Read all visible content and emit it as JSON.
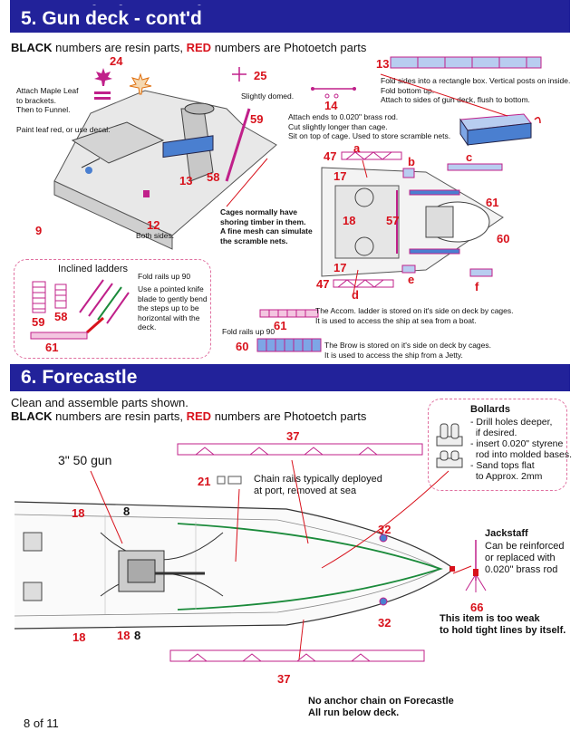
{
  "section5": {
    "title": "5. Gun deck - cont'd",
    "legend": {
      "black_word": "BLACK",
      "mid": " numbers are resin parts, ",
      "red_word": "RED",
      "end": " numbers are Photoetch parts"
    },
    "parts": {
      "p24": "24",
      "p25": "25",
      "p14": "14",
      "p13": "13",
      "p59": "59",
      "p58": "58",
      "p13b": "13",
      "p9": "9",
      "p12": "12",
      "p47a": "47",
      "p47b": "47",
      "pa": "a",
      "pb": "b",
      "pc": "c",
      "pd": "d",
      "pe": "e",
      "pf": "f",
      "p17a": "17",
      "p17b": "17",
      "p18": "18",
      "p57": "57",
      "p61": "61",
      "p60": "60",
      "l59": "59",
      "l58": "58",
      "l61": "61",
      "b61": "61",
      "b60": "60"
    },
    "notes": {
      "maple": "Attach Maple Leaf\nto brackets.\nThen to Funnel.",
      "paint": "Paint leaf red, or use decal.",
      "domed": "Slightly domed.",
      "fold_box": "Fold sides into a rectangle box. Vertical posts on inside.\nFold bottom up.\nAttach to sides of gun deck, flush to bottom.",
      "brass": "Attach ends to 0.020\" brass rod.\nCut slightly longer than cage.\nSit on top of cage. Used to store scramble nets.",
      "both_sides": "Both sides.",
      "cages": "Cages normally have\nshoring timber in them.\nA fine mesh can simulate\nthe scramble nets.",
      "inclined_title": "Inclined ladders",
      "fold90": "Fold rails up 90",
      "knife": "Use a pointed knife\nblade to gently bend\nthe steps up to be\nhorizontal with the\ndeck.",
      "fold90b": "Fold rails up 90",
      "accom": "The Accom. ladder is stored on it's side on deck by cages.\nIt is used to access the ship at sea from a boat.",
      "brow": "The Brow is stored on it's side on deck by cages.\nIt is used to access the ship from a Jetty."
    }
  },
  "section6": {
    "title": "6. Forecastle",
    "intro": "Clean and assemble parts shown.",
    "legend": {
      "black_word": "BLACK",
      "mid": " numbers are resin parts, ",
      "red_word": "RED",
      "end": " numbers are Photoetch parts"
    },
    "gun_label": "3\" 50 gun",
    "parts": {
      "p37a": "37",
      "p37b": "37",
      "p21": "21",
      "p18a": "18",
      "p8a": "8",
      "p18b": "18",
      "p18c": "18",
      "p8b": "8",
      "p32a": "32",
      "p32b": "32",
      "p66": "66"
    },
    "chain_rails": "Chain rails typically deployed\nat port, removed at sea",
    "bollards": {
      "title": "Bollards",
      "text": "- Drill holes deeper,\n  if desired.\n- insert 0.020\" styrene\n  rod into molded bases.\n- Sand tops flat\n  to Approx. 2mm"
    },
    "jackstaff": {
      "title": "Jackstaff",
      "text": "Can be reinforced\nor replaced with\n0.020\" brass rod"
    },
    "weak": "This item is too weak\nto hold tight lines by itself.",
    "anchor": "No anchor chain on Forecastle\nAll run below deck."
  },
  "footer": {
    "page": "8 of 11"
  },
  "colors": {
    "banner": "#22229a",
    "red": "#d8121c",
    "pe_magenta": "#c0208a",
    "pe_blue": "#4a7fd0"
  }
}
